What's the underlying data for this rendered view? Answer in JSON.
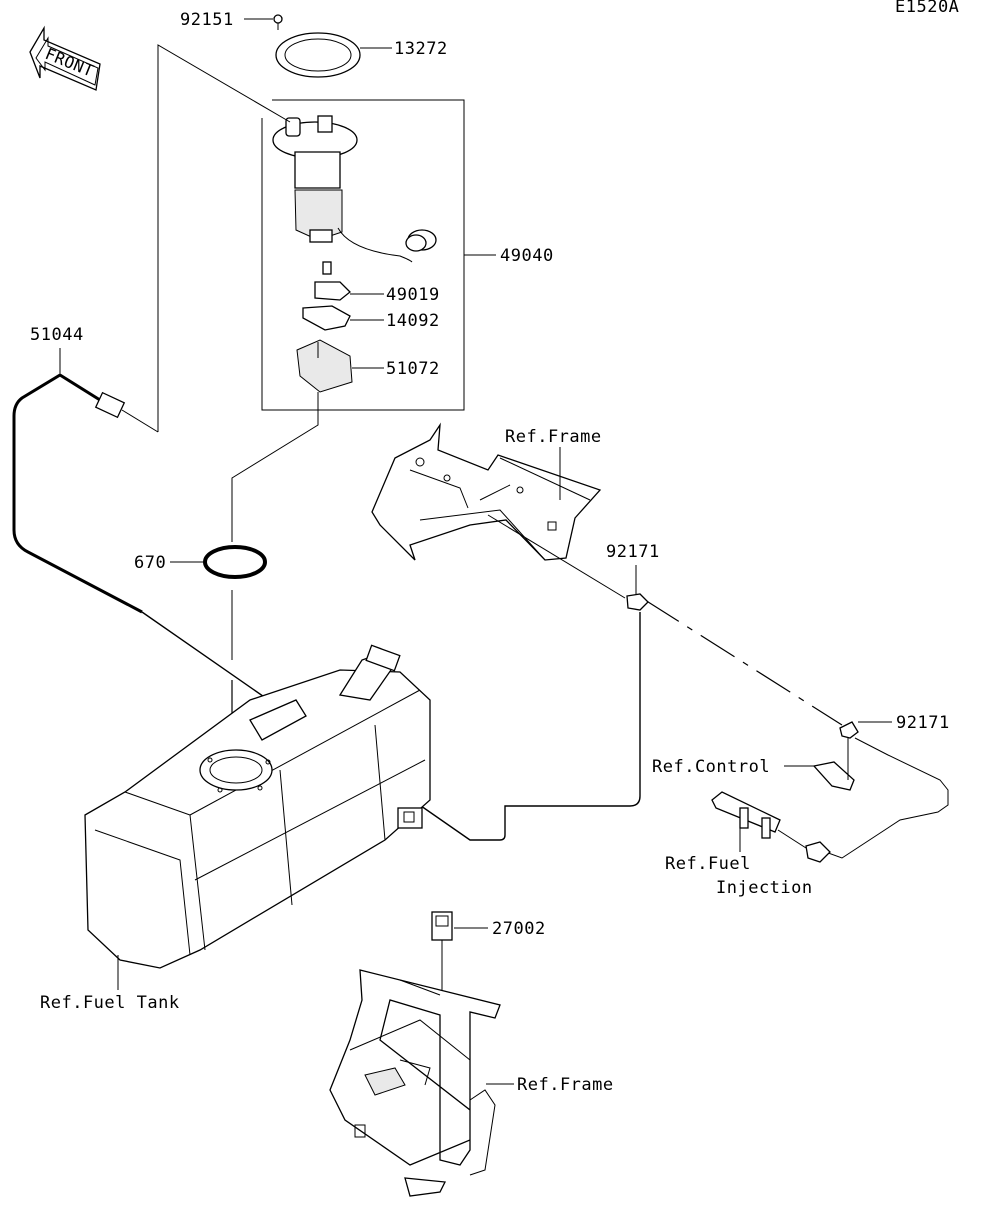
{
  "diagram_code": "E1520A",
  "front_label": "FRONT",
  "parts": {
    "p92151": "92151",
    "p13272": "13272",
    "p49040": "49040",
    "p49019": "49019",
    "p14092": "14092",
    "p51072": "51072",
    "p51044": "51044",
    "p670": "670",
    "p92171a": "92171",
    "p92171b": "92171",
    "p27002": "27002"
  },
  "refs": {
    "frame_top": "Ref.Frame",
    "control": "Ref.Control",
    "fuel_injection_1": "Ref.Fuel",
    "fuel_injection_2": "Injection",
    "fuel_tank": "Ref.Fuel Tank",
    "frame_bottom": "Ref.Frame"
  }
}
